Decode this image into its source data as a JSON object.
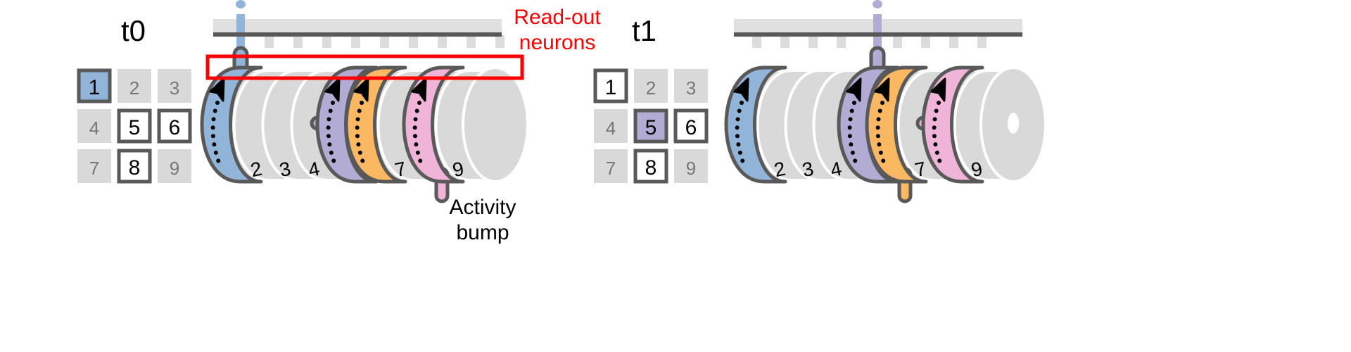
{
  "colors": {
    "blue": "#92b4d8",
    "purple": "#b2acd4",
    "orange": "#fbb862",
    "pink": "#f0b4d8",
    "grey": "#d9d9d9",
    "outline": "#595959",
    "highlight": "#ff0000"
  },
  "annotations": {
    "readout_line1": "Read-out",
    "readout_line2": "neurons",
    "bump_line1": "Activity",
    "bump_line2": "bump"
  },
  "panels": [
    {
      "title": "t0",
      "grid": [
        {
          "label": "1",
          "state": "blue"
        },
        {
          "label": "2",
          "state": "off"
        },
        {
          "label": "3",
          "state": "off"
        },
        {
          "label": "4",
          "state": "off"
        },
        {
          "label": "5",
          "state": "on"
        },
        {
          "label": "6",
          "state": "on"
        },
        {
          "label": "7",
          "state": "off"
        },
        {
          "label": "8",
          "state": "on"
        },
        {
          "label": "9",
          "state": "off"
        }
      ],
      "slots": [
        "1",
        "2",
        "3",
        "4",
        "5",
        "6",
        "7",
        "8",
        "9"
      ],
      "rings": {
        "1": "blue",
        "5": "purple",
        "6": "orange",
        "8": "pink"
      },
      "readout_slot": "1",
      "readout_color": "blue",
      "left_stub": {
        "slot": "5",
        "color": "purple"
      },
      "down_stub": {
        "slot": "8",
        "color": "pink"
      },
      "end_hole": false
    },
    {
      "title": "t1",
      "grid": [
        {
          "label": "1",
          "state": "on"
        },
        {
          "label": "2",
          "state": "off"
        },
        {
          "label": "3",
          "state": "off"
        },
        {
          "label": "4",
          "state": "off"
        },
        {
          "label": "5",
          "state": "purple"
        },
        {
          "label": "6",
          "state": "on"
        },
        {
          "label": "7",
          "state": "off"
        },
        {
          "label": "8",
          "state": "on"
        },
        {
          "label": "9",
          "state": "off"
        }
      ],
      "slots": [
        "1",
        "2",
        "3",
        "4",
        "5",
        "6",
        "7",
        "8",
        "9"
      ],
      "rings": {
        "1": "blue",
        "5": "purple",
        "6": "orange",
        "8": "pink"
      },
      "readout_slot": "5",
      "readout_color": "purple",
      "left_stub": {
        "slot": "8",
        "color": "pink"
      },
      "down_stub": {
        "slot": "6",
        "color": "orange"
      },
      "end_hole": true
    }
  ]
}
